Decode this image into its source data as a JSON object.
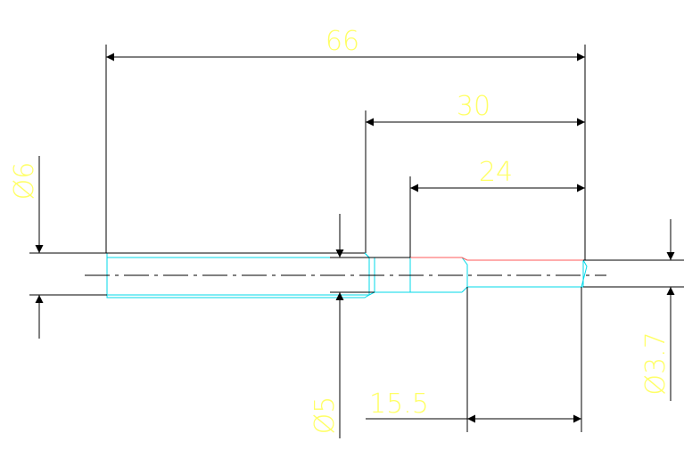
{
  "drawing": {
    "colors": {
      "background": "#ffffff",
      "dimension_line": "#000000",
      "dimension_text": "#ffff66",
      "part_outline": "#00d8e8",
      "red_edge": "#ff5a5a",
      "centerline": "#000000"
    },
    "dimensions": {
      "overall_length": "66",
      "length_30": "30",
      "length_24": "24",
      "length_15_5": "15.5",
      "diameter_6": "Ø6",
      "diameter_5": "Ø5",
      "diameter_3_7": "Ø3.7"
    }
  }
}
